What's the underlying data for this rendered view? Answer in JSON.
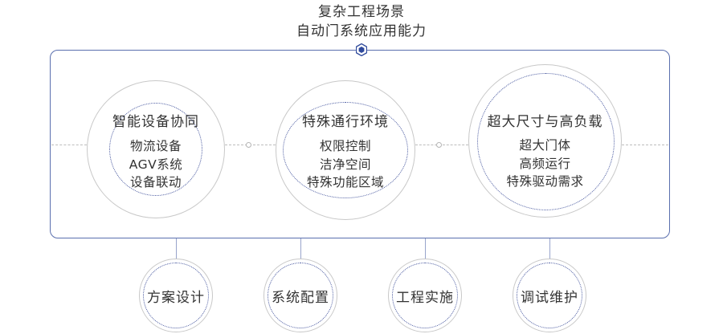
{
  "title": {
    "line1": "复杂工程场景",
    "line2": "自动门系统应用能力"
  },
  "capabilities": [
    {
      "title": "智能设备协同",
      "items": [
        "物流设备",
        "AGV系统",
        "设备联动"
      ]
    },
    {
      "title": "特殊通行环境",
      "items": [
        "权限控制",
        "洁净空间",
        "特殊功能区域"
      ]
    },
    {
      "title": "超大尺寸与高负载",
      "items": [
        "超大门体",
        "高频运行",
        "特殊驱动需求"
      ]
    }
  ],
  "services": [
    "方案设计",
    "系统配置",
    "工程实施",
    "调试维护"
  ],
  "colors": {
    "frame": "#5a6fae",
    "ring": "#4a5aa0",
    "hex_icon": "#2f4a9c"
  },
  "icons": {
    "frame_top": "hexagon-icon"
  }
}
